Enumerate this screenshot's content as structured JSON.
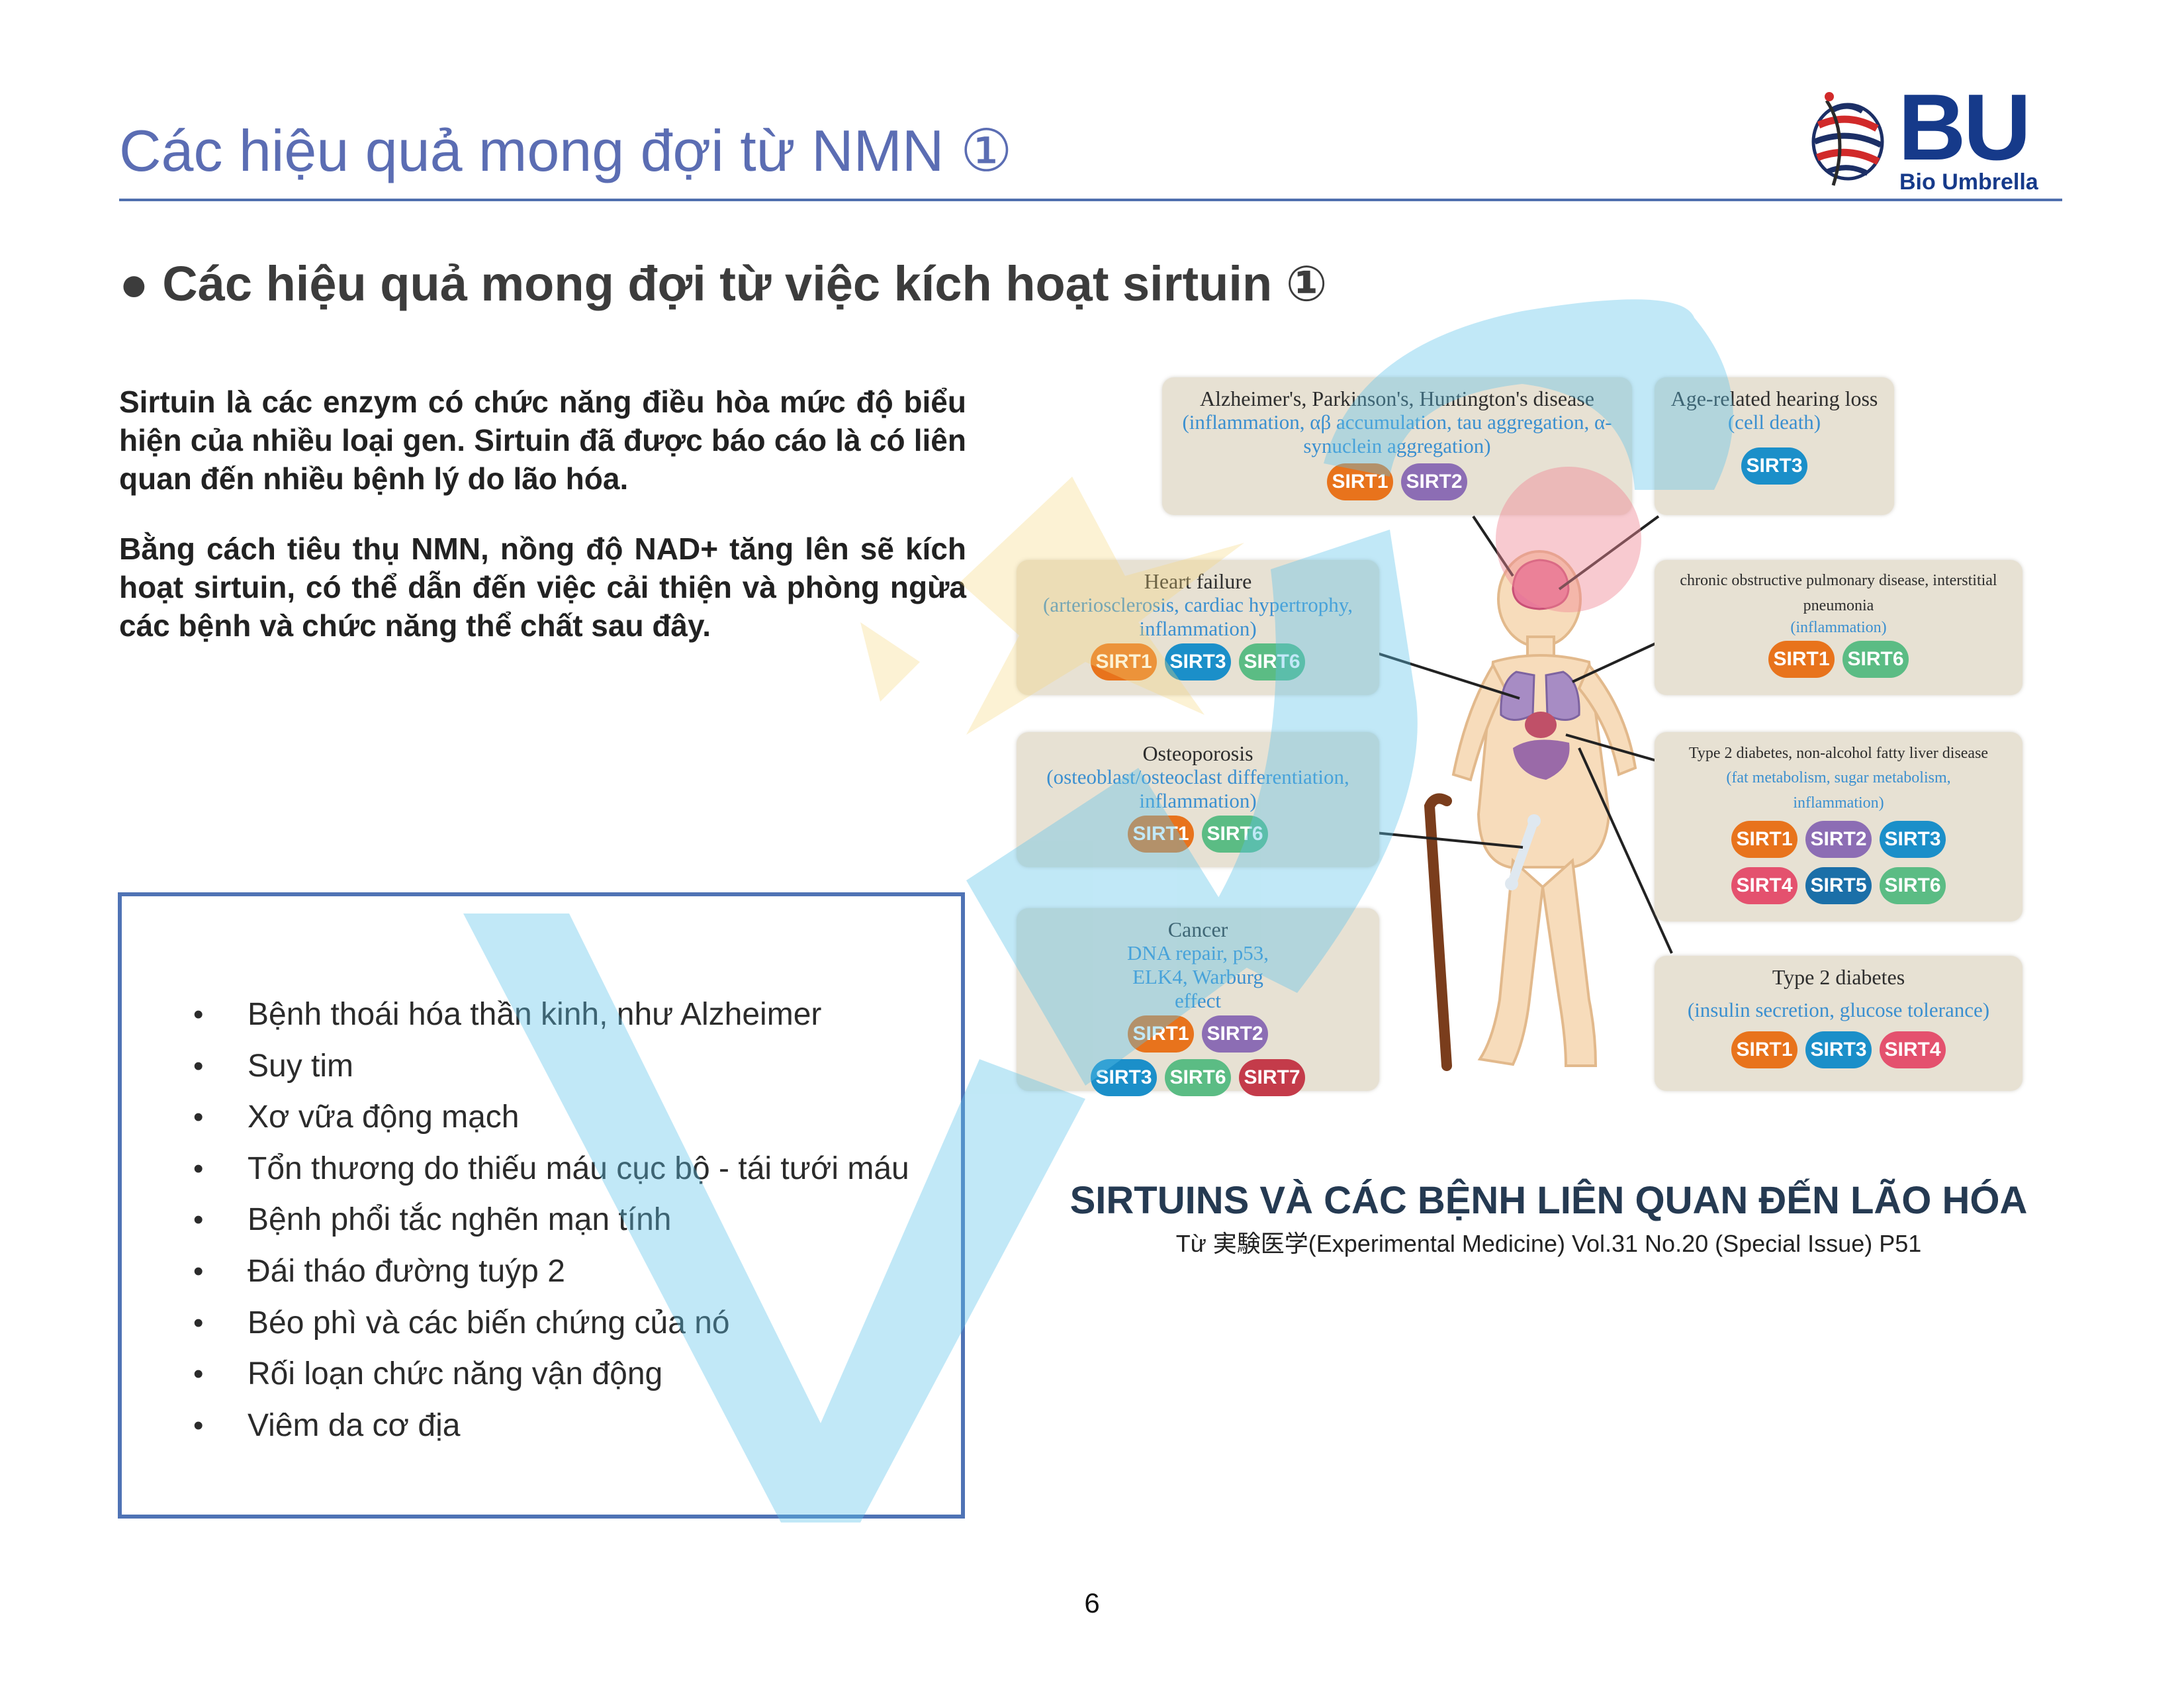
{
  "header": {
    "title": "Các hiệu quả mong đợi từ NMN ①",
    "logo": {
      "name": "bu-bio-umbrella-logo",
      "mark_text": "BU",
      "sub_text": "Bio Umbrella"
    }
  },
  "section_heading": "● Các hiệu quả mong đợi từ việc kích hoạt sirtuin ①",
  "intro": {
    "paragraph_1": "Sirtuin là các enzym có chức năng điều hòa mức độ biểu hiện của nhiều loại gen. Sirtuin đã được báo cáo là có liên quan đến nhiều bệnh lý do lão hóa.",
    "paragraph_2": "Bằng cách tiêu thụ NMN, nồng độ NAD+ tăng lên sẽ kích hoạt sirtuin, có thể dẫn đến việc cải thiện và phòng ngừa các bệnh và chức năng thể chất sau đây."
  },
  "effects": [
    "Bệnh thoái hóa thần kinh, như Alzheimer",
    "Suy tim",
    "Xơ vữa động mạch",
    "Tổn thương do thiếu máu cục bộ - tái tưới máu",
    "Bệnh phổi tắc nghẽn mạn tính",
    "Đái tháo đường tuýp 2",
    "Béo phì và các biến chứng của nó",
    "Rối loạn chức năng vận động",
    "Viêm da cơ địa"
  ],
  "figure": {
    "panels": {
      "neuro": {
        "title": "Alzheimer's, Parkinson's, Huntington's disease",
        "sub": "(inflammation, αβ accumulation, tau aggregation, α-synuclein aggregation)",
        "pills": [
          "SIRT1",
          "SIRT2"
        ]
      },
      "hearing": {
        "title": "Age-related hearing loss",
        "sub": "(cell death)",
        "pills": [
          "SIRT3"
        ]
      },
      "heart": {
        "title": "Heart failure",
        "sub": "(arteriosclerosis, cardiac hypertrophy, inflammation)",
        "pills": [
          "SIRT1",
          "SIRT3",
          "SIRT6"
        ]
      },
      "copd": {
        "title": "chronic obstructive pulmonary disease, interstitial pneumonia",
        "sub": "(inflammation)",
        "pills": [
          "SIRT1",
          "SIRT6"
        ]
      },
      "osteo": {
        "title": "Osteoporosis",
        "sub": "(osteoblast/osteoclast differentiation, inflammation)",
        "pills": [
          "SIRT1",
          "SIRT6"
        ]
      },
      "t2d_liver": {
        "title": "Type 2 diabetes, non-alcohol fatty liver disease",
        "sub": "(fat metabolism, sugar metabolism, inflammation)",
        "pills": [
          "SIRT1",
          "SIRT2",
          "SIRT3",
          "SIRT4",
          "SIRT5",
          "SIRT6"
        ]
      },
      "cancer": {
        "title": "Cancer",
        "sub": "DNA repair, p53, ELK4, Warburg effect",
        "pills": [
          "SIRT1",
          "SIRT2",
          "SIRT3",
          "SIRT6",
          "SIRT7"
        ]
      },
      "t2d": {
        "title": "Type 2 diabetes",
        "sub": "(insulin secretion, glucose tolerance)",
        "pills": [
          "SIRT1",
          "SIRT3",
          "SIRT4"
        ]
      }
    },
    "caption": "SIRTUINS VÀ CÁC BỆNH LIÊN QUAN ĐẾN LÃO HÓA",
    "source": "Từ 実験医学(Experimental Medicine) Vol.31 No.20 (Special Issue) P51"
  },
  "page_number": "6"
}
